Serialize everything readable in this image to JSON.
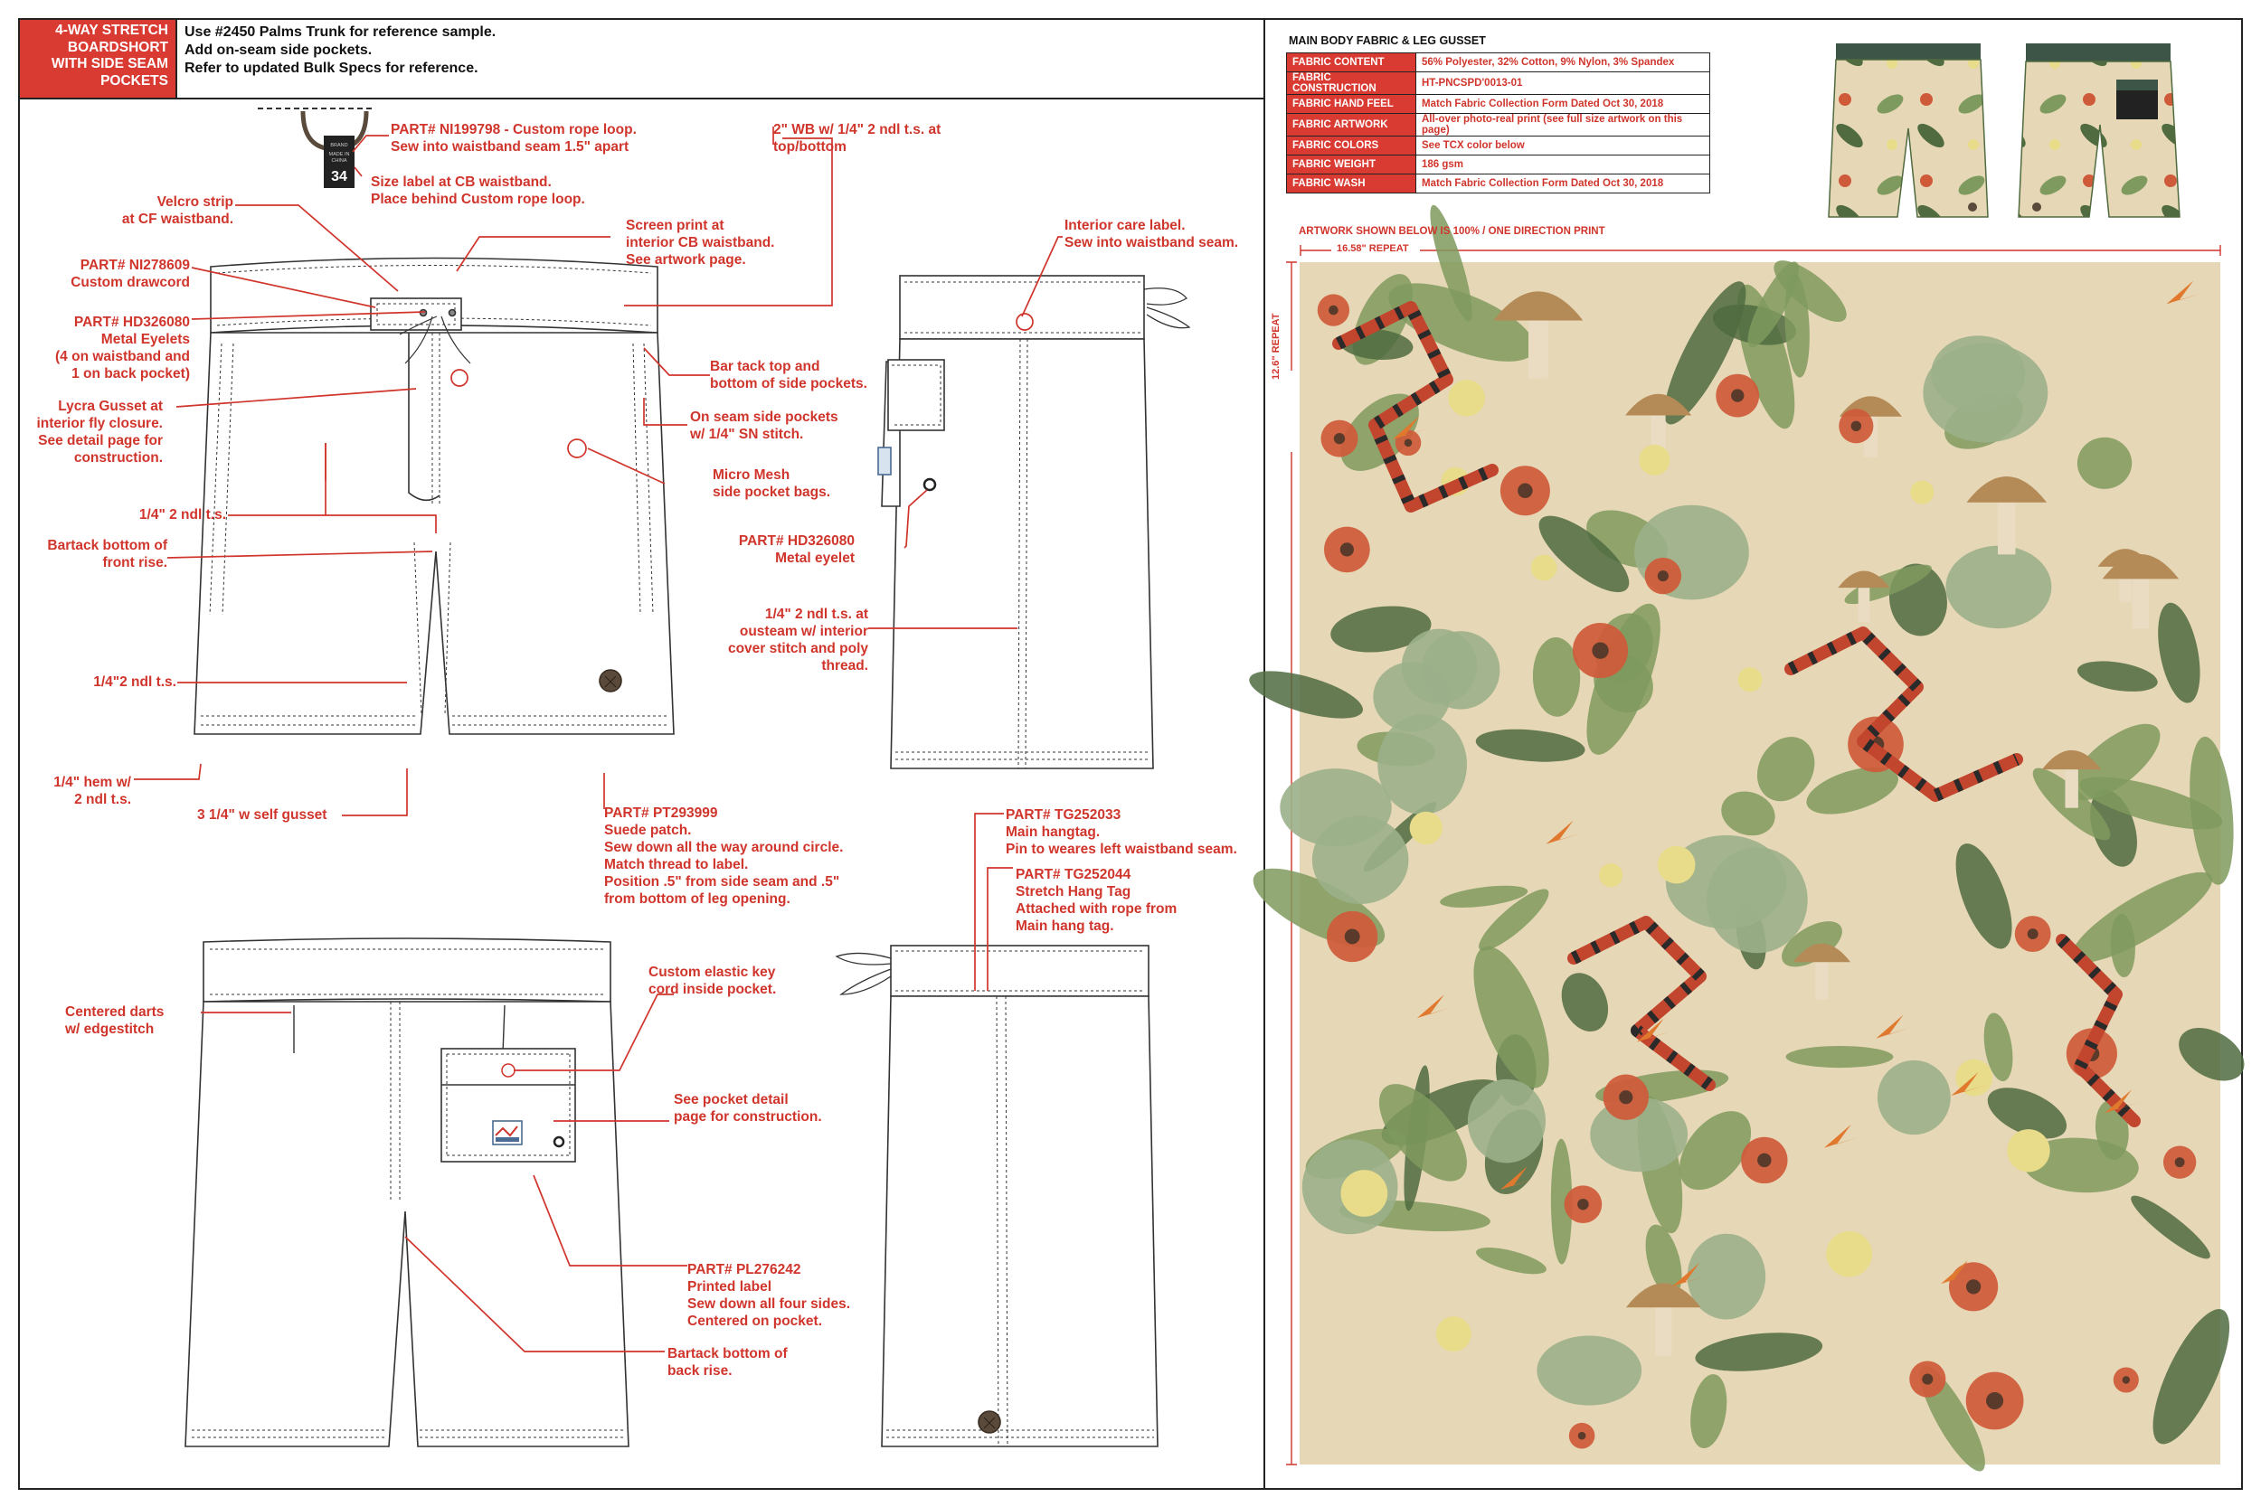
{
  "title_box": {
    "lines": [
      "4-WAY STRETCH",
      "BOARDSHORT",
      "WITH SIDE SEAM",
      "POCKETS"
    ]
  },
  "notes": [
    "Use #2450 Palms Trunk for reference sample.",
    "Add on-seam side pockets.",
    "Refer to updated Bulk Specs for reference."
  ],
  "size_label": {
    "brand": "BRAND",
    "made_in": "MADE IN",
    "origin": "CHINA",
    "size": "34"
  },
  "callouts": {
    "rope_loop": [
      "PART# NI199798 - Custom rope loop.",
      "Sew into waistband seam 1.5\" apart"
    ],
    "size_label": [
      "Size label at CB waistband.",
      "Place behind Custom rope loop."
    ],
    "velcro": [
      "Velcro strip",
      "at CF waistband."
    ],
    "screen_print": [
      "Screen print at",
      "interior CB waistband.",
      "See artwork page."
    ],
    "drawcord": [
      "PART# NI278609",
      "Custom drawcord"
    ],
    "eyelets": [
      "PART# HD326080",
      "Metal Eyelets",
      "(4 on waistband and",
      "1 on back pocket)"
    ],
    "gusset_fly": [
      "Lycra Gusset at",
      "interior fly closure.",
      "See detail page for",
      "construction."
    ],
    "ndl_front": [
      "1/4\" 2 ndl t.s."
    ],
    "bartack_front": [
      "Bartack bottom of",
      "front rise."
    ],
    "ndl_leg": [
      "1/4\"2 ndl t.s."
    ],
    "hem": [
      "1/4\" hem w/",
      "2 ndl t.s."
    ],
    "self_gusset": [
      "3 1/4\" w self gusset"
    ],
    "wb": [
      "2\" WB w/ 1/4\" 2 ndl t.s. at",
      "top/bottom"
    ],
    "bartack_side": [
      "Bar tack top and",
      "bottom of side pockets."
    ],
    "side_pockets": [
      "On seam side pockets",
      "w/ 1/4\" SN stitch."
    ],
    "micro_mesh": [
      "Micro Mesh",
      "side pocket bags."
    ],
    "suede_patch": [
      "PART# PT293999",
      "Suede patch.",
      "Sew down all the way around circle.",
      "Match thread to label.",
      "Position .5\" from side seam and .5\"",
      "from bottom of leg opening."
    ],
    "care_label": [
      "Interior care label.",
      "Sew into waistband seam."
    ],
    "side_eyelet": [
      "PART# HD326080",
      "Metal eyelet"
    ],
    "outseam": [
      "1/4\" 2 ndl t.s. at",
      "ousteam w/ interior",
      "cover stitch and poly",
      "thread."
    ],
    "hangtag": [
      "PART# TG252033",
      "Main hangtag.",
      "Pin to weares left waistband seam."
    ],
    "stretch_tag": [
      "PART# TG252044",
      "Stretch Hang Tag",
      "Attached with rope from",
      "Main hang tag."
    ],
    "darts": [
      "Centered darts",
      "w/ edgestitch"
    ],
    "key_cord": [
      "Custom elastic key",
      "cord inside pocket."
    ],
    "pocket_detail": [
      "See pocket detail",
      "page for construction."
    ],
    "printed_label": [
      "PART# PL276242",
      "Printed label",
      "Sew down all four sides.",
      "Centered on pocket."
    ],
    "bartack_back": [
      "Bartack bottom of",
      "back rise."
    ]
  },
  "fabric": {
    "title": "MAIN BODY FABRIC & LEG GUSSET",
    "rows": [
      {
        "k": "FABRIC CONTENT",
        "v": "56% Polyester, 32% Cotton, 9% Nylon, 3% Spandex"
      },
      {
        "k": "FABRIC CONSTRUCTION",
        "v": "HT-PNCSPD'0013-01"
      },
      {
        "k": "FABRIC HAND FEEL",
        "v": "Match Fabric Collection Form Dated Oct 30, 2018"
      },
      {
        "k": "FABRIC ARTWORK",
        "v": "All-over photo-real print (see full size artwork on this page)"
      },
      {
        "k": "FABRIC COLORS",
        "v": "See TCX color below"
      },
      {
        "k": "FABRIC WEIGHT",
        "v": "186 gsm"
      },
      {
        "k": "FABRIC WASH",
        "v": "Match Fabric Collection Form Dated Oct 30, 2018"
      }
    ],
    "caption": "ARTWORK SHOWN BELOW IS 100% / ONE DIRECTION PRINT",
    "repeat_h": "16.58\" REPEAT",
    "repeat_v": "12.6\" REPEAT"
  },
  "colors": {
    "accent_red": "#d93a32",
    "callout_red": "#d0352c",
    "print_base": "#e6d7b6",
    "leaf_green": "#7f9a5e",
    "dark_green": "#4f6b3f",
    "poppy": "#cf5a3a",
    "yellow_flower": "#e8dc8a",
    "mushroom": "#b48a57",
    "waistband_green": "#3d5546"
  }
}
